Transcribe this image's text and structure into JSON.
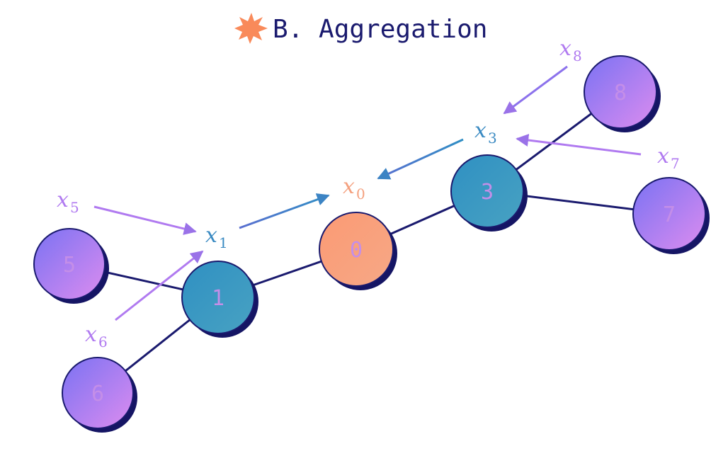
{
  "title": "B. Aggregation",
  "colors": {
    "edge": "#1a1a6e",
    "center_node": "#f9a07a",
    "hop1_node": "#3a95c0",
    "hop2_node_start": "#8a6ff0",
    "hop2_node_end": "#d78af0",
    "arrow_hop1": "#3c84c4",
    "arrow_hop2": "#b07af0",
    "title_icon": "#f98a5a"
  },
  "icons": [
    "starburst-icon"
  ],
  "nodes": [
    {
      "id": "0",
      "label": "0",
      "role": "center"
    },
    {
      "id": "1",
      "label": "1",
      "role": "hop1"
    },
    {
      "id": "3",
      "label": "3",
      "role": "hop1"
    },
    {
      "id": "5",
      "label": "5",
      "role": "hop2"
    },
    {
      "id": "6",
      "label": "6",
      "role": "hop2"
    },
    {
      "id": "7",
      "label": "7",
      "role": "hop2"
    },
    {
      "id": "8",
      "label": "8",
      "role": "hop2"
    }
  ],
  "edges": [
    [
      "5",
      "1"
    ],
    [
      "6",
      "1"
    ],
    [
      "1",
      "0"
    ],
    [
      "0",
      "3"
    ],
    [
      "3",
      "8"
    ],
    [
      "3",
      "7"
    ]
  ],
  "features": [
    {
      "id": "x0",
      "var": "x",
      "sub": "0"
    },
    {
      "id": "x1",
      "var": "x",
      "sub": "1"
    },
    {
      "id": "x3",
      "var": "x",
      "sub": "3"
    },
    {
      "id": "x5",
      "var": "x",
      "sub": "5"
    },
    {
      "id": "x6",
      "var": "x",
      "sub": "6"
    },
    {
      "id": "x7",
      "var": "x",
      "sub": "7"
    },
    {
      "id": "x8",
      "var": "x",
      "sub": "8"
    }
  ],
  "messages": [
    {
      "from": "x5",
      "to": "x1"
    },
    {
      "from": "x6",
      "to": "x1"
    },
    {
      "from": "x8",
      "to": "x3"
    },
    {
      "from": "x7",
      "to": "x3"
    },
    {
      "from": "x1",
      "to": "x0"
    },
    {
      "from": "x3",
      "to": "x0"
    }
  ]
}
